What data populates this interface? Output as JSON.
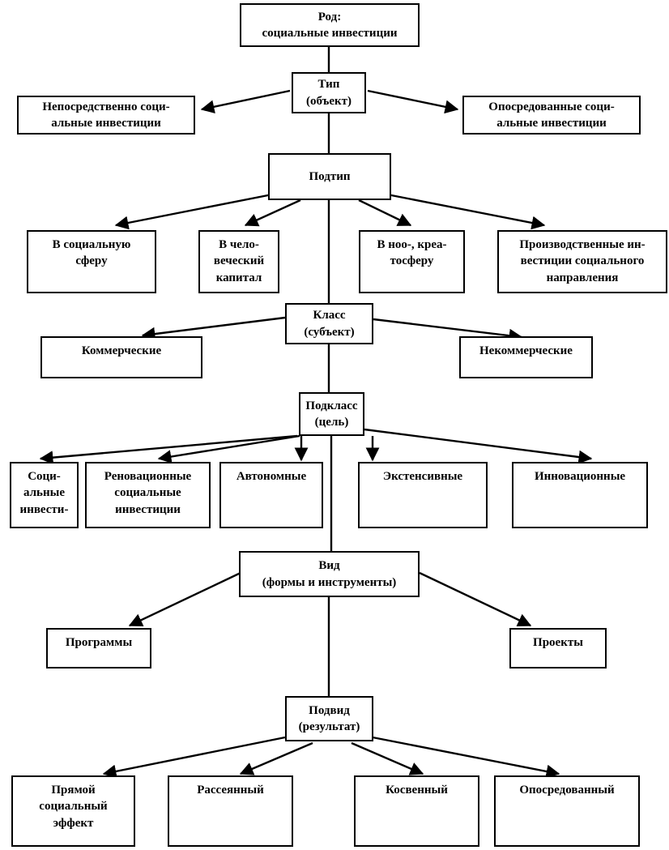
{
  "diagram": {
    "title": "Классификация социальных инвестиций",
    "type": "hierarchy-tree",
    "orientation": "top-down",
    "colors": {
      "border": "#000000",
      "background": "#ffffff",
      "text": "#000000",
      "connector": "#000000"
    },
    "levels": [
      {
        "key": "rod",
        "label": "Род:\nсоциальные инвестиции",
        "children": []
      },
      {
        "key": "tip",
        "label": "Тип\n(объект)",
        "children": [
          "Непосредственно соци-\nальные инвестиции",
          "Опосредованные соци-\nальные инвестиции"
        ]
      },
      {
        "key": "podtip",
        "label": "Подтип",
        "children": [
          "В социальную\nсферу",
          "В чело-\nвеческий\nкапитал",
          "В ноо-, креа-\nтосферу",
          "Производственные ин-\nвестиции социального\nнаправления"
        ]
      },
      {
        "key": "klass",
        "label": "Класс\n(субъект)",
        "children": [
          "Коммерческие",
          "Некоммерческие"
        ]
      },
      {
        "key": "podklass",
        "label": "Подкласс\n(цель)",
        "children": [
          "Соци-\nальные\nинвести-",
          "Реновационные\nсоциальные\nинвестиции",
          "Автономные",
          "Экстенсивные",
          "Инновационные"
        ]
      },
      {
        "key": "vid",
        "label": "Вид\n(формы и инструменты)",
        "children": [
          "Программы",
          "Проекты"
        ]
      },
      {
        "key": "podvid",
        "label": "Подвид\n(результат)",
        "children": [
          "Прямой\nсоциальный\nэффект",
          "Рассеянный",
          "Косвенный",
          "Опосредованный"
        ]
      }
    ],
    "nodes": {
      "rod": "Род:\nсоциальные инвестиции",
      "tip": "Тип\n(объект)",
      "tip_left": "Непосредственно соци-\nальные инвестиции",
      "tip_right": "Опосредованные соци-\nальные инвестиции",
      "podtip": "Подтип",
      "podtip_1": "В социальную\nсферу",
      "podtip_2": "В чело-\nвеческий\nкапитал",
      "podtip_3": "В ноо-, креа-\nтосферу",
      "podtip_4": "Производственные ин-\nвестиции социального\nнаправления",
      "klass": "Класс\n(субъект)",
      "klass_left": "Коммерческие",
      "klass_right": "Некоммерческие",
      "podklass": "Подкласс\n(цель)",
      "podklass_1": "Соци-\nальные\nинвести-",
      "podklass_2": "Реновационные\nсоциальные\nинвестиции",
      "podklass_3": "Автономные",
      "podklass_4": "Экстенсивные",
      "podklass_5": "Инновационные",
      "vid": "Вид\n(формы и инструменты)",
      "vid_left": "Программы",
      "vid_right": "Проекты",
      "podvid": "Подвид\n(результат)",
      "podvid_1": "Прямой\nсоциальный\nэффект",
      "podvid_2": "Рассеянный",
      "podvid_3": "Косвенный",
      "podvid_4": "Опосредованный"
    }
  }
}
